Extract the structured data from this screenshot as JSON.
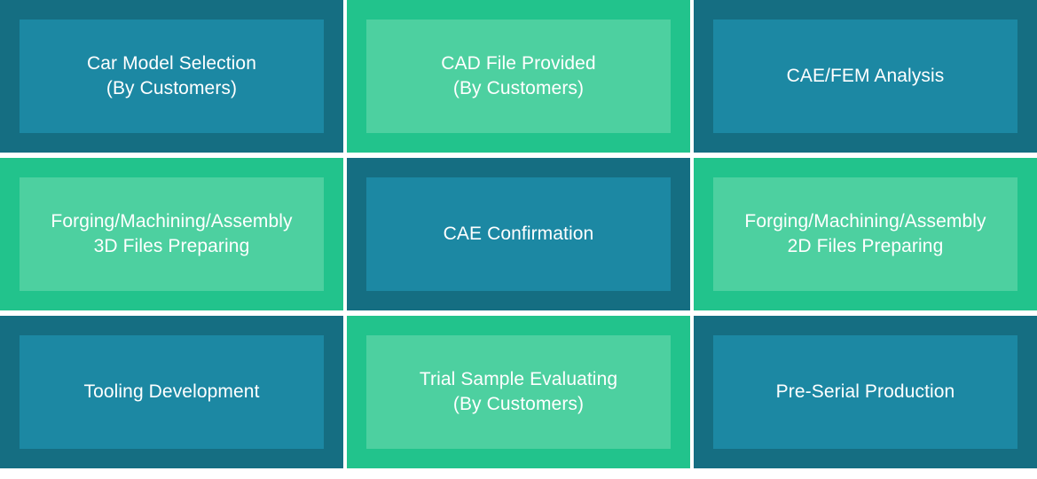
{
  "diagram": {
    "type": "process-flow-grid",
    "columns": 3,
    "rows": 3,
    "background": "#ffffff",
    "palette": {
      "teal_outer": "#156E82",
      "teal_inner": "#1C88A3",
      "green_outer": "#22C38C",
      "green_inner": "#4DD0A0",
      "label_color": "#ffffff"
    },
    "cells": [
      {
        "id": "car-model-selection",
        "label": "Car Model Selection\n(By Customers)",
        "outer_color": "#156E82",
        "inner_color": "#1C88A3",
        "theme": "teal",
        "row": 1,
        "column": 1
      },
      {
        "id": "cad-file-provided",
        "label": "CAD File Provided\n(By Customers)",
        "outer_color": "#22C38C",
        "inner_color": "#4DD0A0",
        "theme": "green",
        "row": 1,
        "column": 2
      },
      {
        "id": "cae-fem-analysis",
        "label": "CAE/FEM Analysis",
        "outer_color": "#156E82",
        "inner_color": "#1C88A3",
        "theme": "teal",
        "row": 1,
        "column": 3
      },
      {
        "id": "forging-machining-assembly-3d",
        "label": "Forging/Machining/Assembly\n3D Files Preparing",
        "outer_color": "#22C38C",
        "inner_color": "#4DD0A0",
        "theme": "green",
        "row": 2,
        "column": 1
      },
      {
        "id": "cae-confirmation",
        "label": "CAE Confirmation",
        "outer_color": "#156E82",
        "inner_color": "#1C88A3",
        "theme": "teal",
        "row": 2,
        "column": 2
      },
      {
        "id": "forging-machining-assembly-2d",
        "label": "Forging/Machining/Assembly\n2D Files Preparing",
        "outer_color": "#22C38C",
        "inner_color": "#4DD0A0",
        "theme": "green",
        "row": 2,
        "column": 3
      },
      {
        "id": "tooling-development",
        "label": "Tooling Development",
        "outer_color": "#156E82",
        "inner_color": "#1C88A3",
        "theme": "teal",
        "row": 3,
        "column": 1
      },
      {
        "id": "trial-sample-evaluating",
        "label": "Trial Sample Evaluating\n(By Customers)",
        "outer_color": "#22C38C",
        "inner_color": "#4DD0A0",
        "theme": "green",
        "row": 3,
        "column": 2
      },
      {
        "id": "pre-serial-production",
        "label": "Pre-Serial Production",
        "outer_color": "#156E82",
        "inner_color": "#1C88A3",
        "theme": "teal",
        "row": 3,
        "column": 3
      }
    ]
  }
}
